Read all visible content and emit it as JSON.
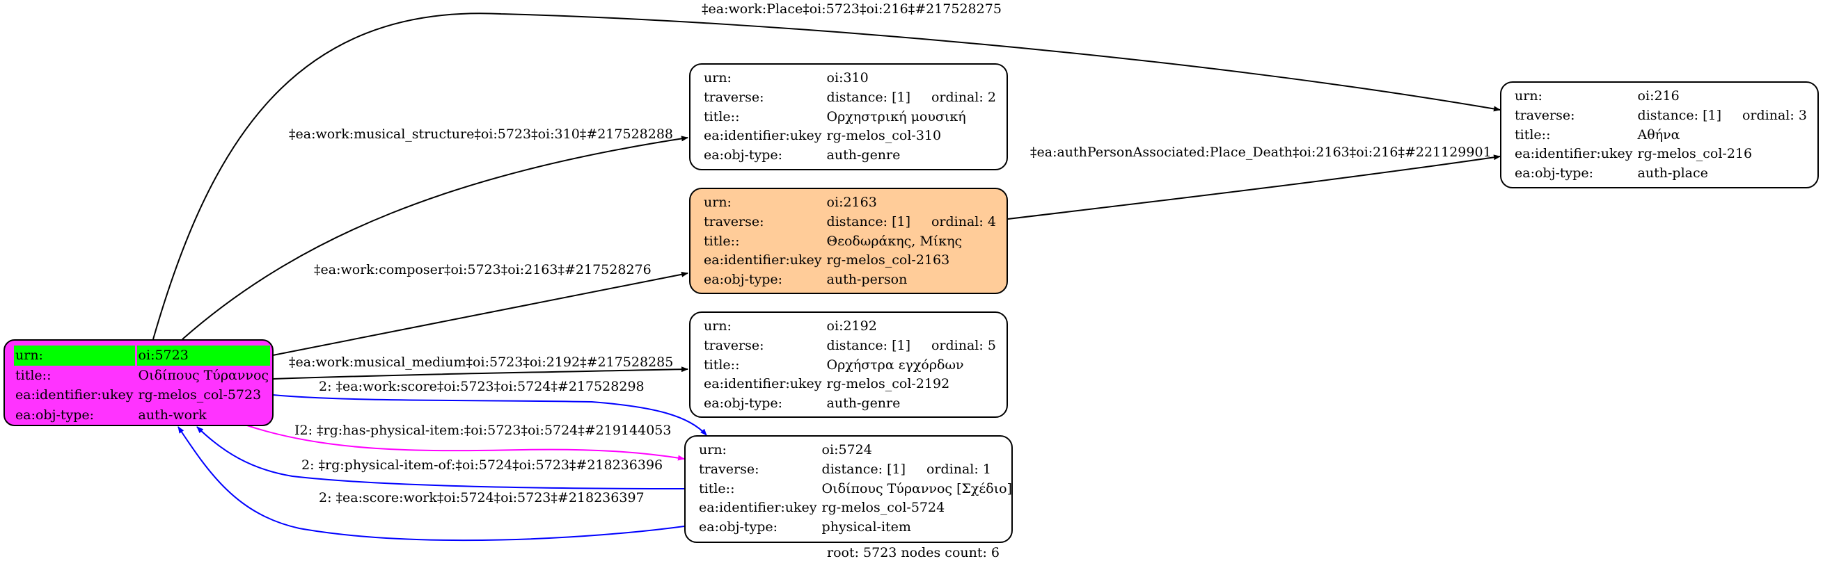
{
  "graph": {
    "footer": "root: 5723 nodes count: 6",
    "colors": {
      "root_fill": "#ff33ff",
      "root_highlight": "#00ff00",
      "person_fill": "#ffcc99",
      "default_edge": "#000000",
      "inverse_edge": "#0000ff",
      "physical_edge": "#ff00ff"
    },
    "labels": {
      "urn": "urn:",
      "traverse": "traverse:",
      "title": "title::",
      "ukey": "ea:identifier:ukey",
      "objtype": "ea:obj-type:"
    },
    "nodes": {
      "root": {
        "urn": "oi:5723",
        "title": "Οιδίπους Τύραννος",
        "ukey": "rg-melos_col-5723",
        "objtype": "auth-work"
      },
      "n310": {
        "urn": "oi:310",
        "distance": "distance: [1]",
        "ordinal": "ordinal: 2",
        "title": "Ορχηστρική μουσική",
        "ukey": "rg-melos_col-310",
        "objtype": "auth-genre"
      },
      "n2163": {
        "urn": "oi:2163",
        "distance": "distance: [1]",
        "ordinal": "ordinal: 4",
        "title": "Θεοδωράκης, Μίκης",
        "ukey": "rg-melos_col-2163",
        "objtype": "auth-person"
      },
      "n2192": {
        "urn": "oi:2192",
        "distance": "distance: [1]",
        "ordinal": "ordinal: 5",
        "title": "Ορχήστρα εγχόρδων",
        "ukey": "rg-melos_col-2192",
        "objtype": "auth-genre"
      },
      "n5724": {
        "urn": "oi:5724",
        "distance": "distance: [1]",
        "ordinal": "ordinal: 1",
        "title": "Οιδίπους Τύραννος [Σχέδιο]",
        "ukey": "rg-melos_col-5724",
        "objtype": "physical-item"
      },
      "n216": {
        "urn": "oi:216",
        "distance": "distance: [1]",
        "ordinal": "ordinal: 3",
        "title": "Αθήνα",
        "ukey": "rg-melos_col-216",
        "objtype": "auth-place"
      }
    },
    "edges": {
      "place": "‡ea:work:Place‡oi:5723‡oi:216‡#217528275",
      "structure": "‡ea:work:musical_structure‡oi:5723‡oi:310‡#217528288",
      "death": "‡ea:authPersonAssociated:Place_Death‡oi:2163‡oi:216‡#221129901",
      "composer": "‡ea:work:composer‡oi:5723‡oi:2163‡#217528276",
      "medium": "‡ea:work:musical_medium‡oi:5723‡oi:2192‡#217528285",
      "score": "2: ‡ea:work:score‡oi:5723‡oi:5724‡#217528298",
      "has_physical": "I2: ‡rg:has-physical-item:‡oi:5723‡oi:5724‡#219144053",
      "physical_of": "2: ‡rg:physical-item-of:‡oi:5724‡oi:5723‡#218236396",
      "score_work": "2: ‡ea:score:work‡oi:5724‡oi:5723‡#218236397"
    }
  }
}
